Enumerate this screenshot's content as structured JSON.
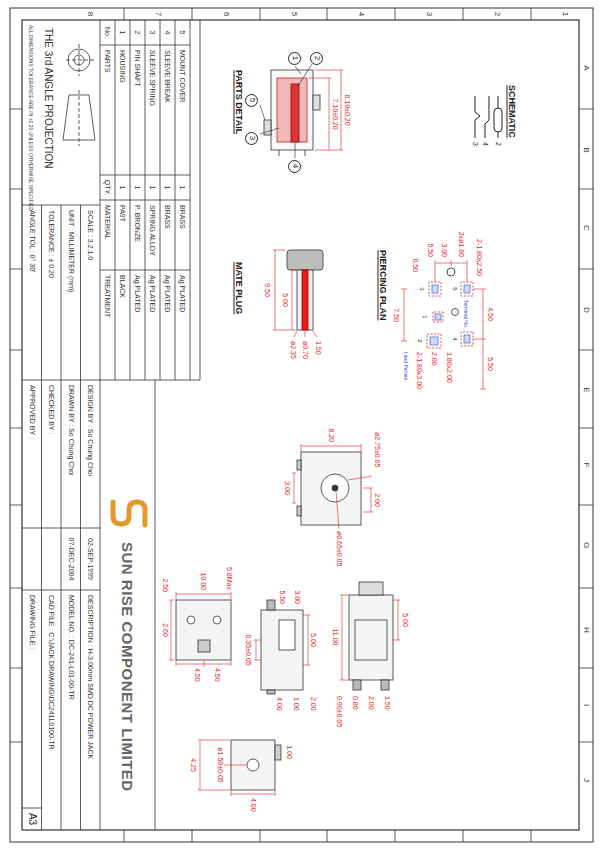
{
  "diagram": {
    "nodes": [
      {
        "text": [
          "1"
        ]
      },
      {
        "text": [
          "2"
        ]
      },
      {
        "text": [
          "3"
        ]
      },
      {
        "text": [
          "4"
        ]
      },
      {
        "text": [
          "5"
        ]
      }
    ],
    "labels": [
      "1",
      "2",
      "3",
      "4",
      "5",
      "6",
      "7",
      "8",
      "A",
      "B",
      "C",
      "D",
      "E",
      "F",
      "G",
      "H",
      "I",
      "J",
      "SCHEMATIC",
      "2",
      "4",
      "3",
      "PIERCING PLAN",
      "2-1.80x2.50",
      "2xø1.60",
      "3.00",
      "5.50",
      "0.50",
      "Terminal No.",
      "4.50",
      "5.50",
      "1.80x2.00",
      "2.00",
      "2-1.80x3.00",
      "7.50",
      "Land Pattern",
      "5",
      "4",
      "3",
      "1",
      "2",
      "PARTS DETAIL",
      "8.10±0.20",
      "7.10±0.20",
      "MATE PLUG",
      "1.50",
      "5.00",
      "9.50",
      "ø0.70",
      "ø2.35",
      "ø2.75±0.05",
      "2.00",
      "8.20",
      "3.00",
      "ø0.65±0.05",
      "5.00",
      "1.50",
      "11.00",
      "2.00",
      "0.80",
      "0.90±0.05",
      "5.00",
      "2.00",
      "3.00",
      "1.00",
      "5.50",
      "4.00",
      "0.35±0.05",
      "5.8Max",
      "10.00",
      "4.50",
      "4.50",
      "2.50",
      "2.60",
      "1.00",
      "4.00",
      "ø1.50±0.05",
      "4.25",
      "5",
      "MOUNT COVER",
      "1",
      "BRASS",
      "Ag PLATED",
      "4",
      "SLEEVE BREAK",
      "1",
      "BRASS",
      "Ag PLATED",
      "3",
      "SLEEVE SPRING",
      "1",
      "SPRING ALLOY",
      "Ag PLATED",
      "2",
      "PIN SHAFT",
      "1",
      "P. BRONZE",
      "Ag PLATED",
      "1",
      "HOUSING",
      "1",
      "PA9T",
      "BLACK",
      "No.",
      "PARTS",
      "QTY.",
      "MATERIAL",
      "TREATMENT",
      "THE 3rd ANGLE PROJECTION",
      "ALL DIMENSIONS TOLERANCE ARE IN ±0.20 UNLESS OTHERWISE SPECIFIED",
      "SCALE : 3.2:1.0",
      "UNIT : MILLIMETER (mm)",
      "TOLERANCE : ± 0.20",
      "ANGLE TOL : 0° 30'",
      "DESIGN BY : So Chung Choi",
      "DRAWN BY : So Chung Choi",
      "CHECKED BY :",
      "APPROVED BY :",
      "02-SEP-1999",
      "07-DEC-2004",
      "SUN RISE COMPONENT LIMITED",
      "DESCRIPTION : H-3.00mm SMD DC POWER JACK",
      "MODEL NO. : DC-241-L01-00-TR",
      "CAD FILE : C:\\JACK DRAWING\\DC241L0100-TR",
      "DRAWING FILE :",
      "A3"
    ]
  }
}
